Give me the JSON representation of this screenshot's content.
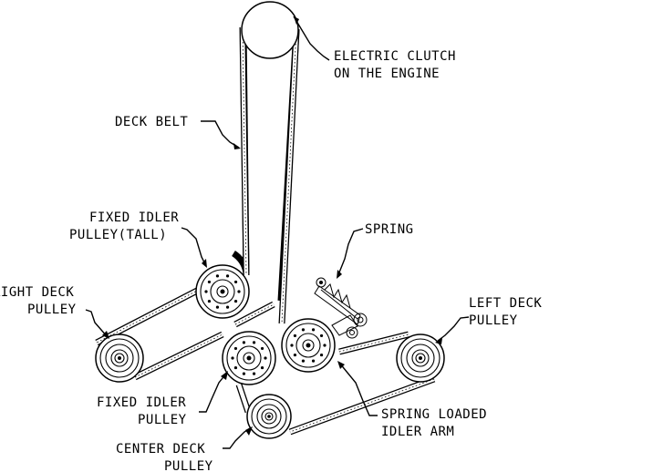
{
  "diagram": {
    "labels": {
      "electric_clutch_line1": "ELECTRIC CLUTCH",
      "electric_clutch_line2": "ON THE ENGINE",
      "deck_belt": "DECK BELT",
      "fixed_idler_tall_line1": "FIXED IDLER",
      "fixed_idler_tall_line2": "PULLEY(TALL)",
      "spring": "SPRING",
      "right_deck_line1": "RIGHT DECK",
      "right_deck_line2": "PULLEY",
      "left_deck_line1": "LEFT DECK",
      "left_deck_line2": "PULLEY",
      "fixed_idler_line1": "FIXED IDLER",
      "fixed_idler_line2": "PULLEY",
      "spring_loaded_line1": "SPRING LOADED",
      "spring_loaded_line2": "IDLER ARM",
      "center_deck_line1": "CENTER DECK",
      "center_deck_line2": "PULLEY"
    }
  }
}
